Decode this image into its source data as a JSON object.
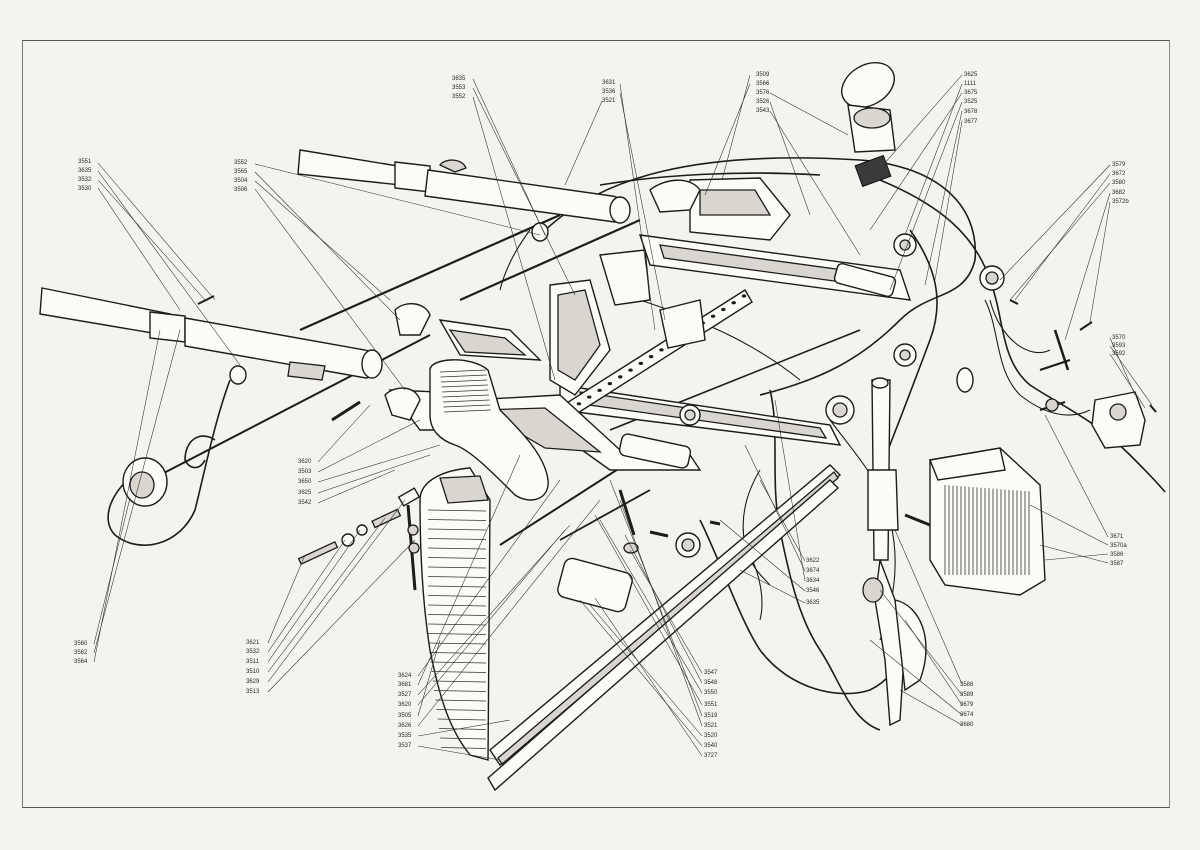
{
  "callouts": {
    "left_upper": [
      "3551",
      "3635",
      "3532",
      "3530"
    ],
    "upper_mid_a": [
      "3552",
      "3565",
      "3504",
      "3506"
    ],
    "top_a": [
      "3635",
      "3553",
      "3552"
    ],
    "top_b": [
      "3631",
      "3536",
      "3521"
    ],
    "top_c": [
      "3509",
      "3566",
      "3576",
      "3526",
      "3543"
    ],
    "top_right": [
      "3625",
      "1111",
      "3675",
      "3525",
      "3678",
      "3677"
    ],
    "right_upper": [
      "3579",
      "3672",
      "3580",
      "3682",
      "3572b"
    ],
    "right_mid": [
      "3570",
      "3593",
      "3592"
    ],
    "right_lower": [
      "3671",
      "3570a",
      "3586",
      "3587"
    ],
    "left_bottom": [
      "3560",
      "3562",
      "3564"
    ],
    "center_left": [
      "3620",
      "3503",
      "3650",
      "3625",
      "3542"
    ],
    "lower_left": [
      "3621",
      "3532",
      "3511",
      "3510",
      "3629",
      "3513"
    ],
    "bottom_center_left": [
      "3624",
      "3681",
      "3527",
      "3620",
      "3505",
      "3626",
      "3535",
      "3537"
    ],
    "bottom_center": [
      "3547",
      "3548",
      "3550",
      "3551",
      "3519",
      "3521",
      "3520",
      "3540",
      "3727"
    ],
    "center_right": [
      "3622",
      "3674",
      "3634",
      "3546",
      "3635"
    ],
    "bottom_right": [
      "3588",
      "3589",
      "3679",
      "3674",
      "3680"
    ]
  }
}
